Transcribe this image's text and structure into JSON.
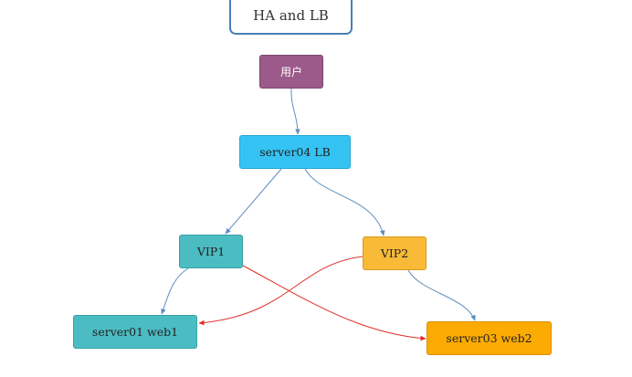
{
  "title": "HA and LB",
  "nodes": {
    "user": "用户",
    "lb": "server04 LB",
    "vip1": "VIP1",
    "vip2": "VIP2",
    "web1": "server01 web1",
    "web2": "server03 web2"
  },
  "colors": {
    "user": "#9b5a8a",
    "lb": "#35c3f3",
    "vip1": "#4cbcc3",
    "vip2": "#f8ba37",
    "web1": "#4cbcc3",
    "web2": "#fcab02",
    "edge_blue": "#5b8dbf",
    "edge_red": "#e0302a",
    "title_border": "#4a7fb5"
  }
}
